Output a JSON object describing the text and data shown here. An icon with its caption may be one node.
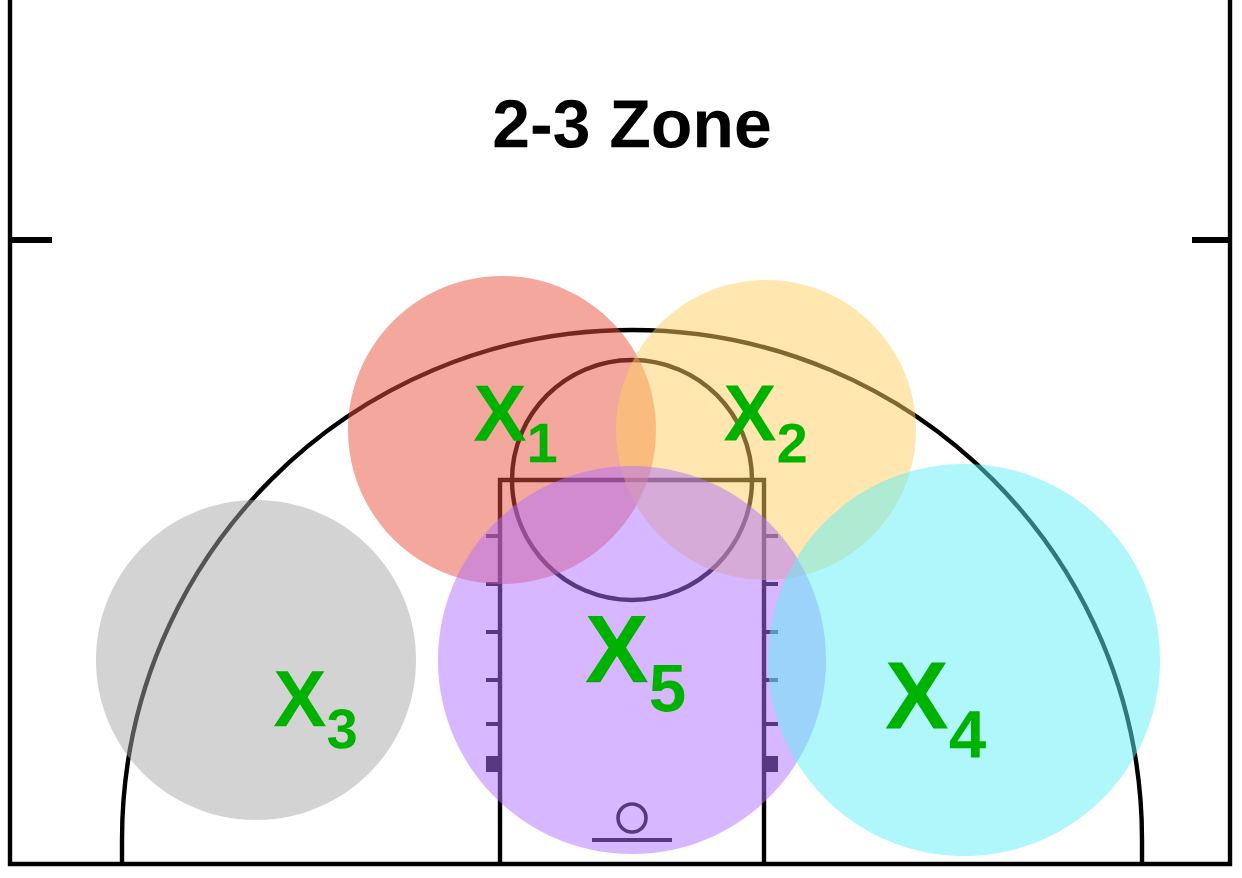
{
  "diagram": {
    "title": "2-3 Zone",
    "nodes": [
      {
        "text": [
          "X$_{1}$"
        ]
      },
      {
        "text": [
          "X$_{2}$"
        ]
      },
      {
        "text": [
          "X$_{3}$"
        ]
      },
      {
        "text": [
          "X$_{5}$"
        ]
      },
      {
        "text": [
          "X$_{4}$"
        ]
      }
    ]
  }
}
